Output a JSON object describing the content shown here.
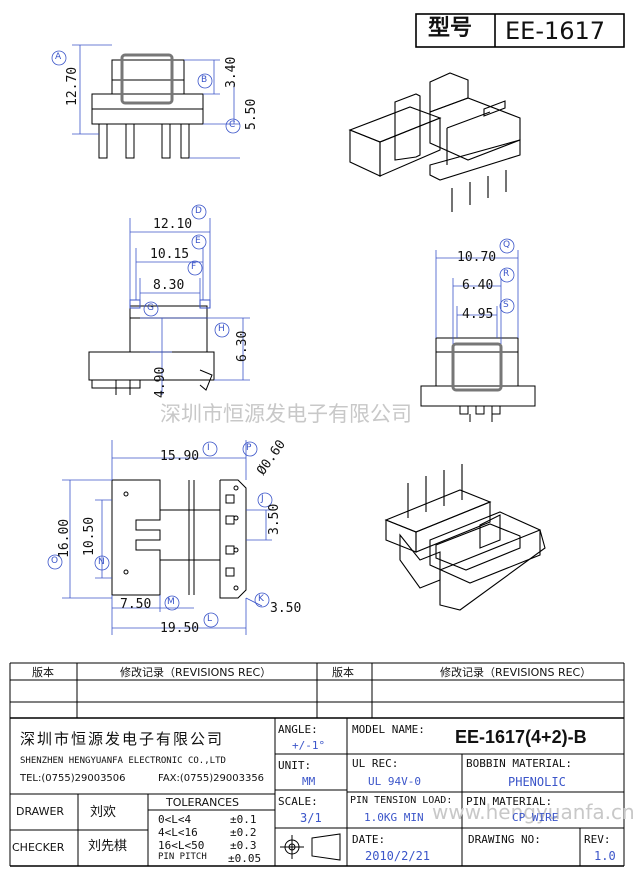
{
  "header": {
    "label_zh": "型号",
    "model": "EE-1617"
  },
  "dims": {
    "top_view": {
      "height": "12.70",
      "top": "3.40",
      "pin": "5.50"
    },
    "front_view": {
      "w1": "12.10",
      "w2": "10.15",
      "w3": "8.30",
      "h1": "6.30",
      "h2": "4.90"
    },
    "right_view": {
      "w1": "10.70",
      "w2": "6.40",
      "w3": "4.95"
    },
    "bottom_view": {
      "w_top": "15.90",
      "h_total": "16.00",
      "h_mid": "10.50",
      "w_mid": "7.50",
      "w_bottom": "19.50",
      "pin_dia": "Ø0.60",
      "pitch": "3.50",
      "pitch2": "3.50"
    }
  },
  "markers": [
    "A",
    "B",
    "C",
    "D",
    "E",
    "F",
    "G",
    "H",
    "Q",
    "R",
    "S",
    "I",
    "P",
    "J",
    "O",
    "N",
    "M",
    "L",
    "K"
  ],
  "watermark": {
    "center": "深圳市恒源发电子有限公司",
    "corner": "www.hengyuanfa.cn"
  },
  "revisions": {
    "col1": "版本",
    "col2": "修改记录（REVISIONS REC）",
    "col3": "版本",
    "col4": "修改记录（REVISIONS REC）"
  },
  "company": {
    "name_zh": "深圳市恒源发电子有限公司",
    "name_en": "SHENZHEN HENGYUANFA ELECTRONIC CO.,LTD",
    "tel": "TEL:(0755)29003506",
    "fax": "FAX:(0755)29003356"
  },
  "angle": {
    "label": "ANGLE:",
    "value": "+/-1°"
  },
  "unit": {
    "label": "UNIT:",
    "value": "MM"
  },
  "scale": {
    "label": "SCALE:",
    "value": "3/1"
  },
  "model_name": {
    "label": "MODEL NAME:",
    "value": "EE-1617(4+2)-B"
  },
  "ul_rec": {
    "label": "UL REC:",
    "value": "UL 94V-0"
  },
  "bobbin_material": {
    "label": "BOBBIN MATERIAL:",
    "value": "PHENOLIC"
  },
  "pin_tension": {
    "label": "PIN TENSION LOAD:",
    "value": "1.0KG MIN"
  },
  "pin_material": {
    "label": "PIN MATERIAL:",
    "value": "CP WIRE"
  },
  "date": {
    "label": "DATE:",
    "value": "2010/2/21"
  },
  "drawing_no": {
    "label": "DRAWING NO:"
  },
  "rev": {
    "label": "REV:",
    "value": "1.0"
  },
  "drawer": {
    "label": "DRAWER",
    "name": "刘欢"
  },
  "checker": {
    "label": "CHECKER",
    "name": "刘先棋"
  },
  "tolerances": {
    "title": "TOLERANCES",
    "rows": [
      {
        "range": "0<L<4",
        "tol": "±0.1"
      },
      {
        "range": "4<L<16",
        "tol": "±0.2"
      },
      {
        "range": "16<L<50",
        "tol": "±0.3"
      },
      {
        "range": "PIN PITCH",
        "tol": "±0.05"
      }
    ]
  }
}
